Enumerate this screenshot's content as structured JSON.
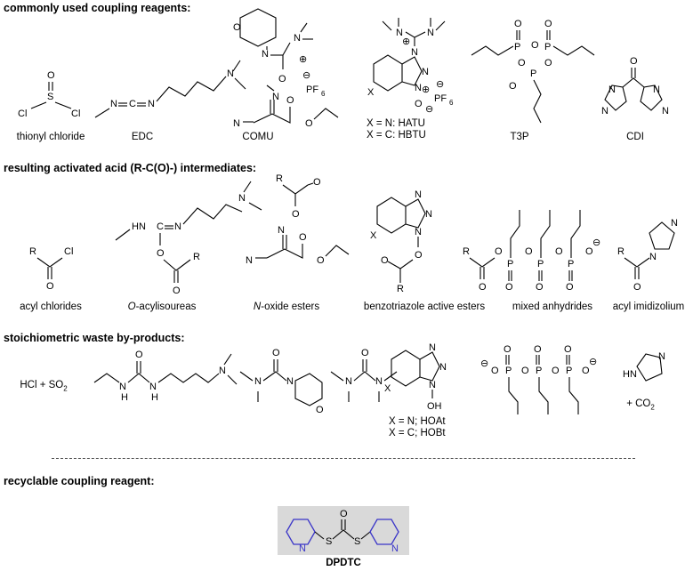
{
  "sections": {
    "reagents": "commonly used coupling reagents:",
    "intermediates": "resulting activated acid (R-C(O)-) intermediates:",
    "waste": "stoichiometric waste by-products:",
    "recyclable": "recyclable coupling reagent:"
  },
  "reagent_labels": [
    "thionyl chloride",
    "EDC",
    "COMU",
    "T3P",
    "CDI"
  ],
  "hatu_labels": [
    "X = N:  HATU",
    "X = C:  HBTU"
  ],
  "intermediate_labels": {
    "acyl_chlorides": "acyl chlorides",
    "acylisoureas_prefix": "O",
    "acylisoureas_rest": "-acylisoureas",
    "oxide_prefix": "N",
    "oxide_rest": "-oxide esters",
    "benzotriazole": "benzotriazole active esters",
    "mixed": "mixed anhydrides",
    "imidazolium": "acyl imidizolium"
  },
  "waste_labels": {
    "hcl": "HCl + SO",
    "hcl_sub": "2",
    "hoat": "X = N; HOAt",
    "hobt": "X = C; HOBt",
    "co2": "+ CO",
    "co2_sub": "2"
  },
  "dpdtc_label": "DPDTC",
  "atoms": {
    "S": "S",
    "O": "O",
    "Cl": "Cl",
    "N": "N",
    "X": "X",
    "R": "R",
    "P": "P",
    "HN": "HN",
    "H": "H",
    "OH": "OH",
    "PF6": "PF",
    "six": "6",
    "plus": "⊕",
    "minus": "⊖"
  },
  "colors": {
    "heteroaryl": "#3a35c8",
    "box": "#d9d9d9"
  }
}
